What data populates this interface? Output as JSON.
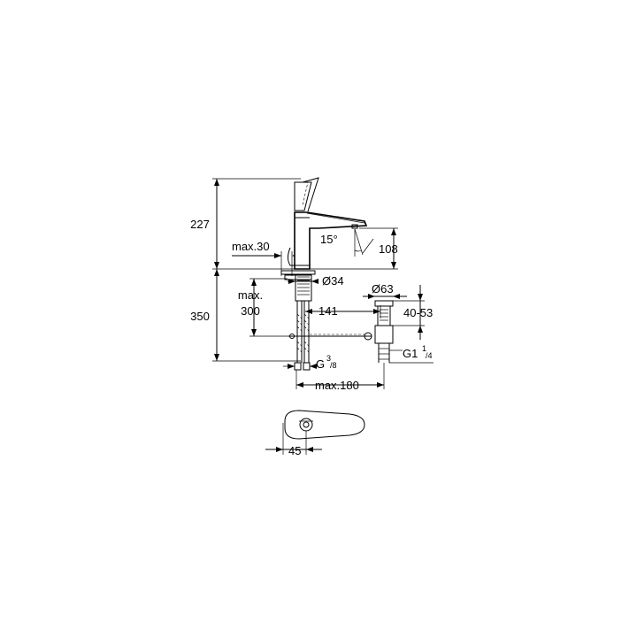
{
  "dimensions": {
    "height_top": "227",
    "height_bottom": "350",
    "reach": "max.30",
    "max_label": "max.",
    "max_value": "300",
    "angle": "15°",
    "spout_height": "108",
    "diameter_34": "Ø34",
    "diameter_63": "Ø63",
    "offset_141": "141",
    "range_40_53": "40-53",
    "thread_g38_base": "G",
    "thread_g38_sup": "3",
    "thread_g38_sub": "/8",
    "thread_g114_base": "G1",
    "thread_g114_sup": "1",
    "thread_g114_sub": "/4",
    "max_180": "max.180",
    "width_45": "45"
  }
}
